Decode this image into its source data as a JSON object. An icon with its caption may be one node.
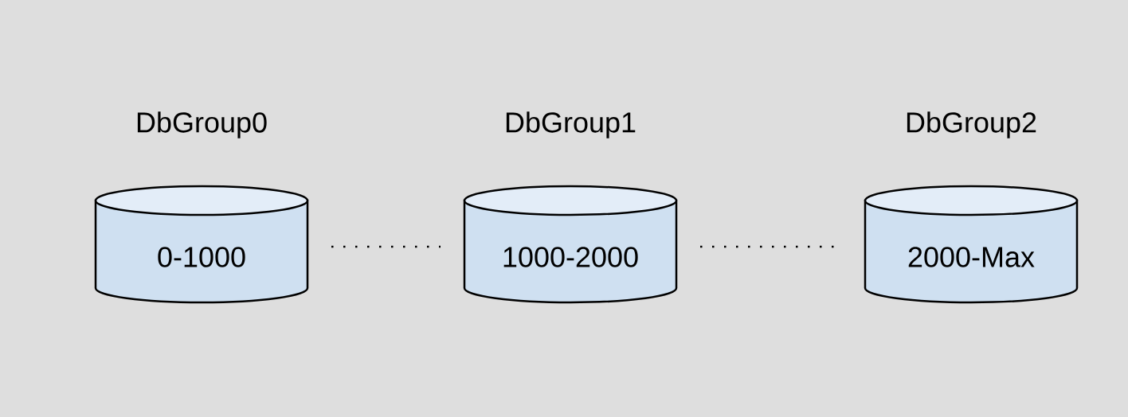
{
  "diagram": {
    "nodes": [
      {
        "text": [
          "DbGroup0",
          "0-1000"
        ]
      },
      {
        "text": [
          "DbGroup1",
          "1000-2000"
        ]
      },
      {
        "text": [
          "DbGroup2",
          "2000-Max"
        ]
      }
    ]
  }
}
